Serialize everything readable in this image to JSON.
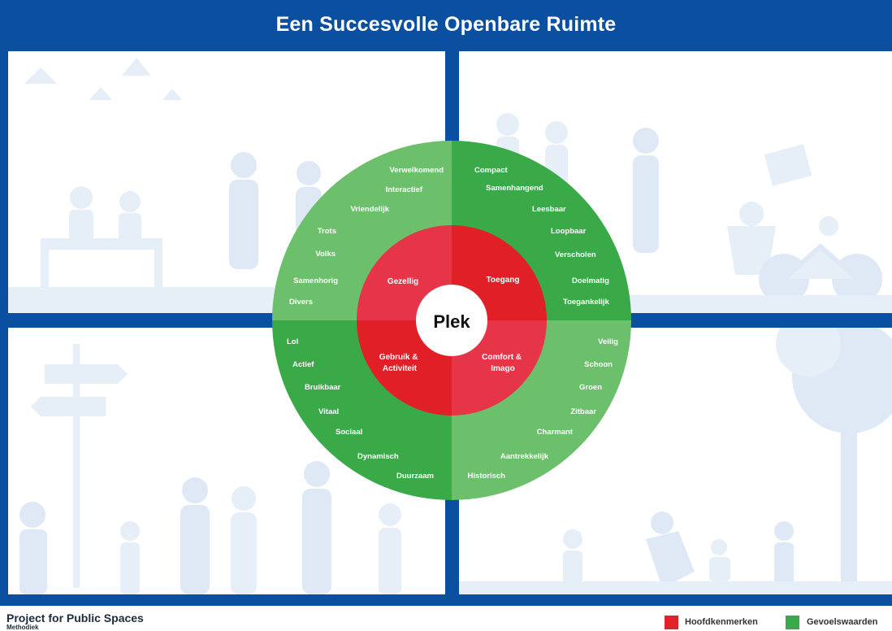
{
  "title": "Een Succesvolle Openbare Ruimte",
  "center": "Plek",
  "inner": {
    "top_left": "Gezellig",
    "top_right": "Toegang",
    "bottom_left": [
      "Gebruik &",
      "Activiteit"
    ],
    "bottom_right": [
      "Comfort &",
      "Imago"
    ]
  },
  "outer": {
    "top_left": [
      "Verwelkomend",
      "Interactief",
      "Vriendelijk",
      "Trots",
      "Volks",
      "Samenhorig",
      "Divers"
    ],
    "top_right": [
      "Compact",
      "Samenhangend",
      "Leesbaar",
      "Loopbaar",
      "Verscholen",
      "Doelmatig",
      "Toegankelijk"
    ],
    "bottom_left": [
      "Lol",
      "Actief",
      "Bruikbaar",
      "Vitaal",
      "Sociaal",
      "Dynamisch",
      "Duurzaam"
    ],
    "bottom_right": [
      "Veilig",
      "Schoon",
      "Groen",
      "Zitbaar",
      "Charmant",
      "Aantrekkelijk",
      "Historisch"
    ]
  },
  "footer": {
    "org": "Project for Public Spaces",
    "sub": "Methodiek"
  },
  "legend": [
    {
      "label": "Hoofdkenmerken",
      "color": "#e0232b"
    },
    {
      "label": "Gevoelswaarden",
      "color": "#3aaa49"
    }
  ],
  "colors": {
    "frame": "#0b4fa0",
    "green_dark": "#3aaa49",
    "green_light": "#6cc06b",
    "red_dark": "#e11f26",
    "red_light": "#e63548"
  }
}
